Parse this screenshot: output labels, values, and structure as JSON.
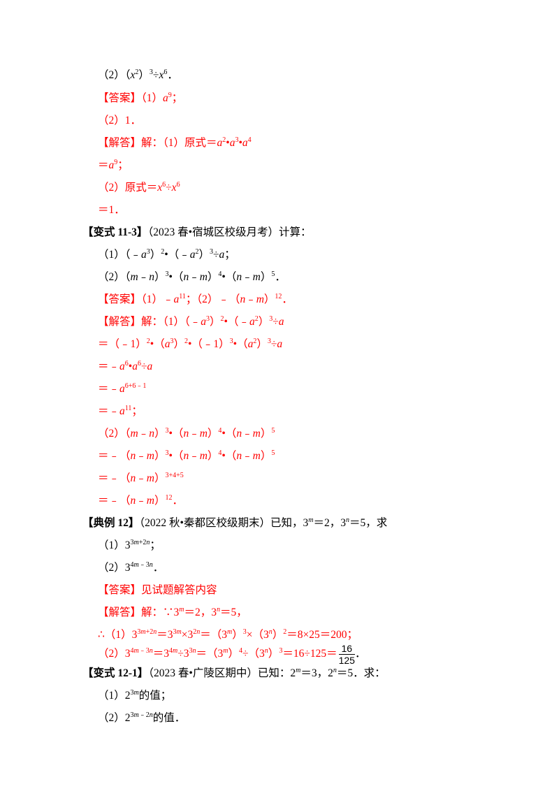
{
  "colors": {
    "text": "#000000",
    "answer": "#ff0000"
  },
  "s1": {
    "q2": "（2）（",
    "answer_tag": "【答案】",
    "a1": "（1）",
    "a2": "（2）1．",
    "jieda_tag": "【解答】",
    "jieda_1": "解：（1）原式＝",
    "l4": "＝",
    "l5": "（2）原式＝",
    "l6": "＝1．"
  },
  "v113": {
    "tag": "【变式 11-3】",
    "source": "（2023 春•宿城区校级月考）计算：",
    "q1": "（1）（﹣",
    "q2": "（2）（",
    "answer_tag": "【答案】",
    "a1": "（1）﹣",
    "a2": "；（2）﹣（",
    "jieda_tag": "【解答】",
    "jieda_1": "解：（1）（﹣",
    "s2": "＝（﹣1）",
    "s3": "＝﹣",
    "s4": "＝﹣",
    "s5": "＝﹣",
    "s6": "（2）（",
    "s7": "＝﹣（",
    "s8": "＝﹣（",
    "s9": "＝﹣（"
  },
  "d12": {
    "tag": "【典例 12】",
    "source": "（2022 秋•秦都区校级期末）已知，3",
    "q1": "（1）3",
    "q2": "（2）3",
    "answer_tag": "【答案】",
    "answer": "见试题解答内容",
    "jieda_tag": "【解答】",
    "jieda_1": "解：∵3",
    "s2": "∴（1）3",
    "s3": "（2）3",
    "frac_num": "16",
    "frac_den": "125"
  },
  "v121": {
    "tag": "【变式 12-1】",
    "source": "（2023 春•广陵区期中）已知：2",
    "q1": "（1）2",
    "q1_tail": "的值；",
    "q2": "（2）2",
    "q2_tail": "的值．"
  }
}
